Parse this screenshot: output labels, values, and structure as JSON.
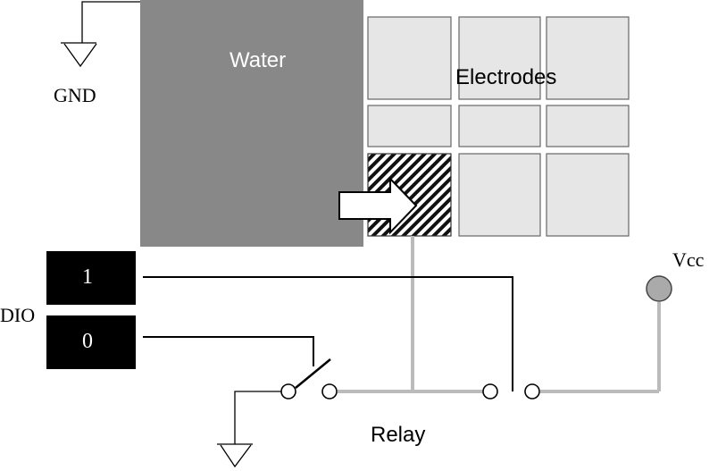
{
  "labels": {
    "gnd": "GND",
    "water": "Water",
    "electrodes": "Electrodes",
    "vcc": "Vcc",
    "dio": "DIO",
    "dio_bit_1": "1",
    "dio_bit_0": "0",
    "relay": "Relay"
  },
  "colors": {
    "water": "#888888",
    "electrode_fill": "#e6e6e6",
    "electrode_stroke": "#666666",
    "dio_block": "#000000",
    "dio_text": "#ffffff",
    "wire_black": "#000000",
    "wire_gray": "#bbbbbb",
    "vcc_terminal": "#aaaaaa"
  },
  "electrode_grid": {
    "rows": 3,
    "columns": 3,
    "active_cell": "row 3, column 1 (hatched)"
  }
}
